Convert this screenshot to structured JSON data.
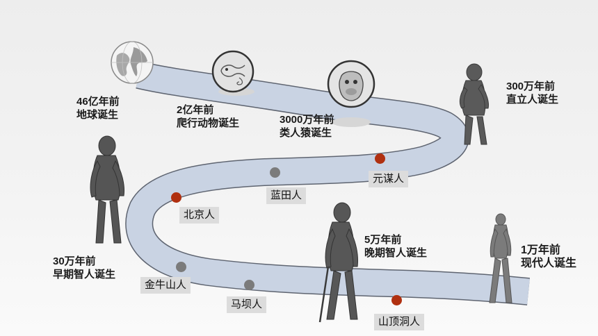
{
  "milestones": [
    {
      "time": "46亿年前",
      "event": "地球诞生"
    },
    {
      "time": "2亿年前",
      "event": "爬行动物诞生"
    },
    {
      "time": "3000万年前",
      "event": "类人猿诞生"
    },
    {
      "time": "300万年前",
      "event": "直立人诞生"
    },
    {
      "time": "30万年前",
      "event": "早期智人诞生"
    },
    {
      "time": "5万年前",
      "event": "晚期智人诞生"
    },
    {
      "time": "1万年前",
      "event": "现代人诞生"
    }
  ],
  "sites": [
    "元谋人",
    "蓝田人",
    "北京人",
    "金牛山人",
    "马坝人",
    "山顶洞人"
  ],
  "colors": {
    "road": "#c9d3e3",
    "road_edge": "#5e6470",
    "red_dot": "#b03010",
    "gray_dot": "#7b7b7b"
  },
  "icons": [
    "globe-icon",
    "reptile-icon",
    "ape-icon",
    "homo-erectus-figure",
    "early-sapiens-figure",
    "late-sapiens-figure",
    "modern-human-figure"
  ]
}
